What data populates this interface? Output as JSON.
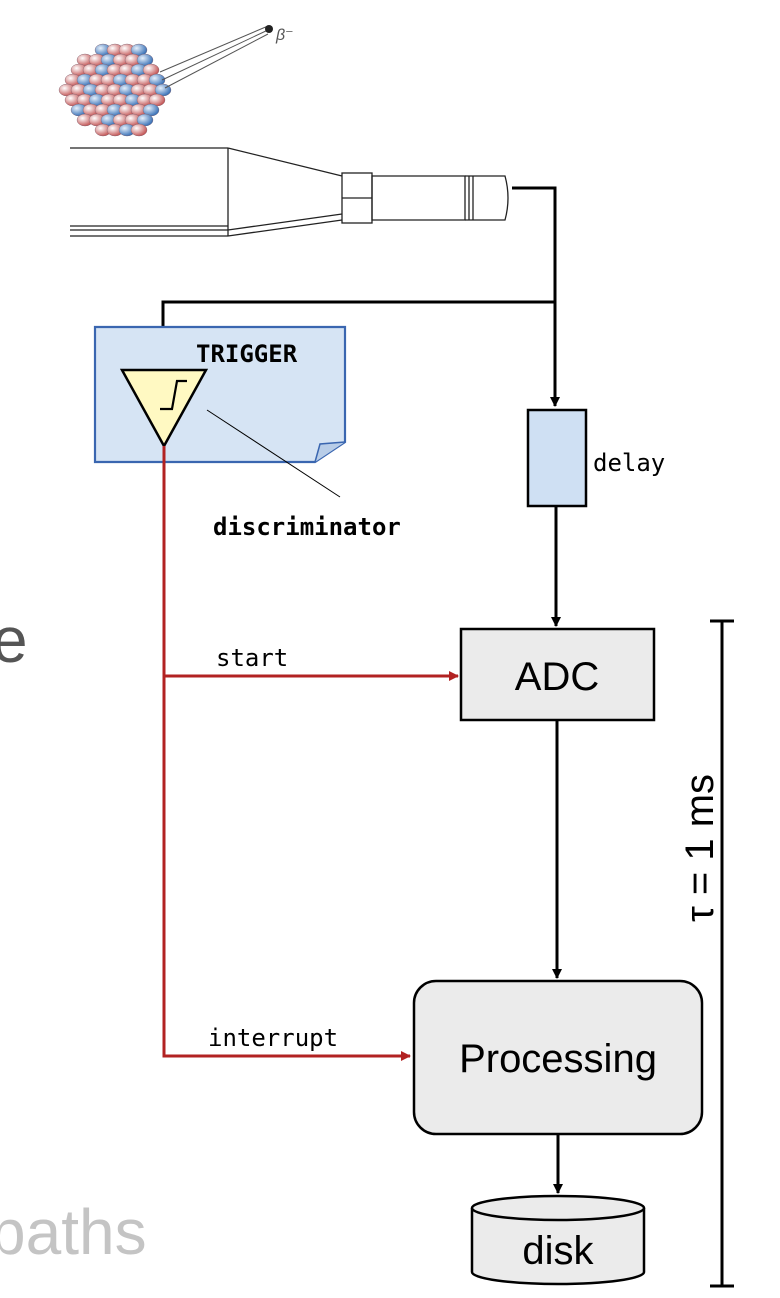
{
  "particle_label": "β⁻",
  "trigger": {
    "title": "TRIGGER",
    "callout": "discriminator"
  },
  "delay_label": "delay",
  "signals": {
    "start": "start",
    "interrupt": "interrupt"
  },
  "blocks": {
    "adc": "ADC",
    "processing": "Processing",
    "disk": "disk"
  },
  "dead_time": "τ = 1 ms",
  "cutoff_text": {
    "left_char": "e",
    "bottom_word": "paths"
  },
  "colors": {
    "signal_red": "#b22222",
    "trigger_fill": "#d6e4f4",
    "trigger_border": "#3a66b0",
    "discriminator_fill": "#fff9c2",
    "block_fill": "#ebebeb",
    "delay_fill": "#cfe0f3",
    "faded_text": "#c4c4c4"
  }
}
